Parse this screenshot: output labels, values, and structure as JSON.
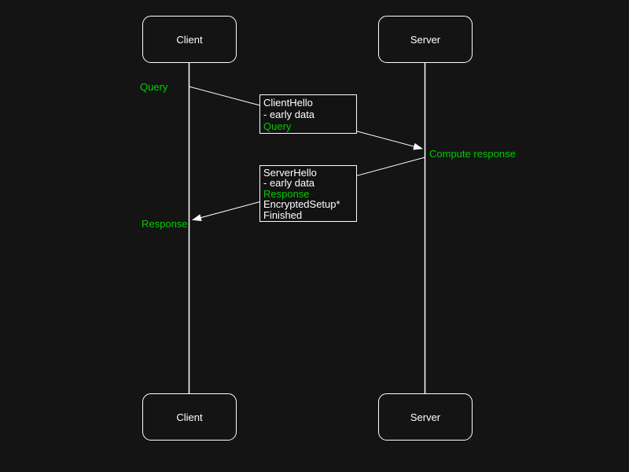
{
  "colors": {
    "background": "#141414",
    "line": "#ffffff",
    "highlight": "#00cc00"
  },
  "actors": {
    "top_left": "Client",
    "top_right": "Server",
    "bottom_left": "Client",
    "bottom_right": "Server"
  },
  "annotations": {
    "query": "Query",
    "compute_response": "Compute response",
    "response": "Response"
  },
  "messages": {
    "client_hello": {
      "lines": [
        {
          "text": "ClientHello",
          "color": "white"
        },
        {
          "text": "- early data",
          "color": "white"
        },
        {
          "text": "Query",
          "color": "green"
        }
      ]
    },
    "server_hello": {
      "lines": [
        {
          "text": "ServerHello",
          "color": "white"
        },
        {
          "text": "- early data",
          "color": "white"
        },
        {
          "text": "Response",
          "color": "green"
        },
        {
          "text": "EncryptedSetup*",
          "color": "white"
        },
        {
          "text": "Finished",
          "color": "white"
        }
      ]
    }
  },
  "icons": {
    "arrowhead": "filled-triangle-arrow"
  }
}
